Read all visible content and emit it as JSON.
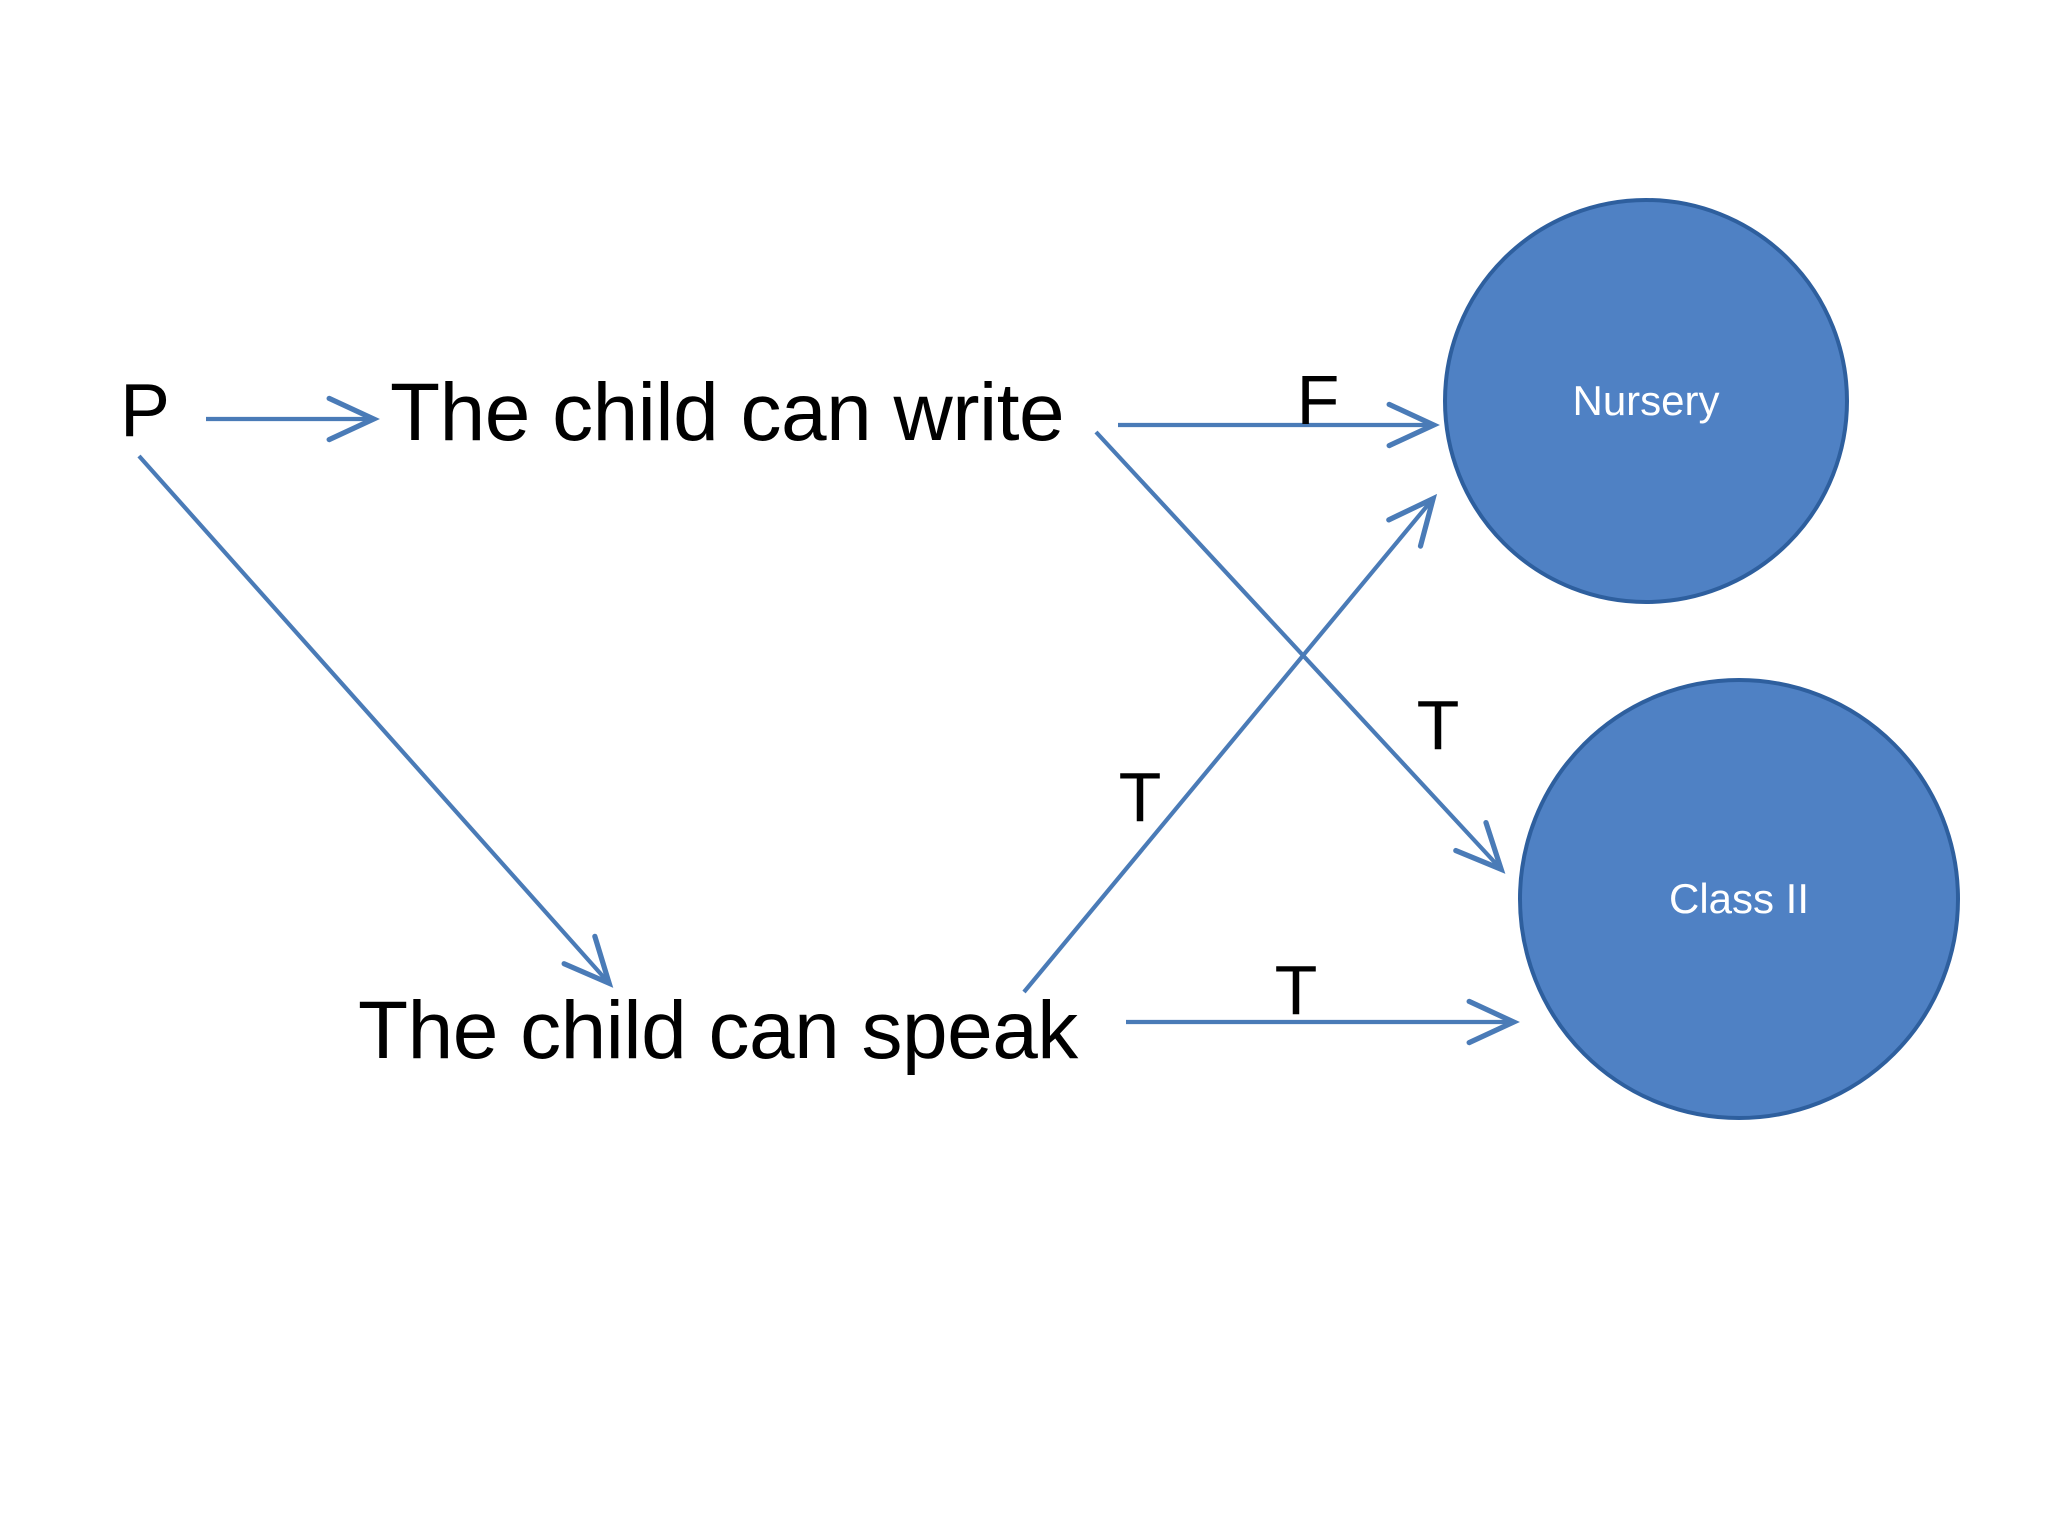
{
  "diagram": {
    "type": "decision-flow-diagram",
    "background_color": "#FFFFFF",
    "arrow_color": "#4A7BB7",
    "node_fill_color": "#4F81C4",
    "node_border_color": "#2E5F9E",
    "node_text_color": "#FFFFFF",
    "text_color": "#000000"
  },
  "source": {
    "label": "P"
  },
  "propositions": [
    {
      "id": "write",
      "text": "The child can write"
    },
    {
      "id": "speak",
      "text": "The child can speak"
    }
  ],
  "outcomes": [
    {
      "id": "nursery",
      "label": "Nursery"
    },
    {
      "id": "class2",
      "label": "Class II"
    }
  ],
  "edges": [
    {
      "id": "p-to-write",
      "from": "P",
      "to": "write",
      "label": ""
    },
    {
      "id": "p-to-speak",
      "from": "P",
      "to": "speak",
      "label": ""
    },
    {
      "id": "write-to-nursery",
      "from": "write",
      "to": "nursery",
      "label": "F"
    },
    {
      "id": "write-to-class2",
      "from": "write",
      "to": "class2",
      "label": "T"
    },
    {
      "id": "speak-to-nursery",
      "from": "speak",
      "to": "nursery",
      "label": "T"
    },
    {
      "id": "speak-to-class2",
      "from": "speak",
      "to": "class2",
      "label": "T"
    }
  ]
}
